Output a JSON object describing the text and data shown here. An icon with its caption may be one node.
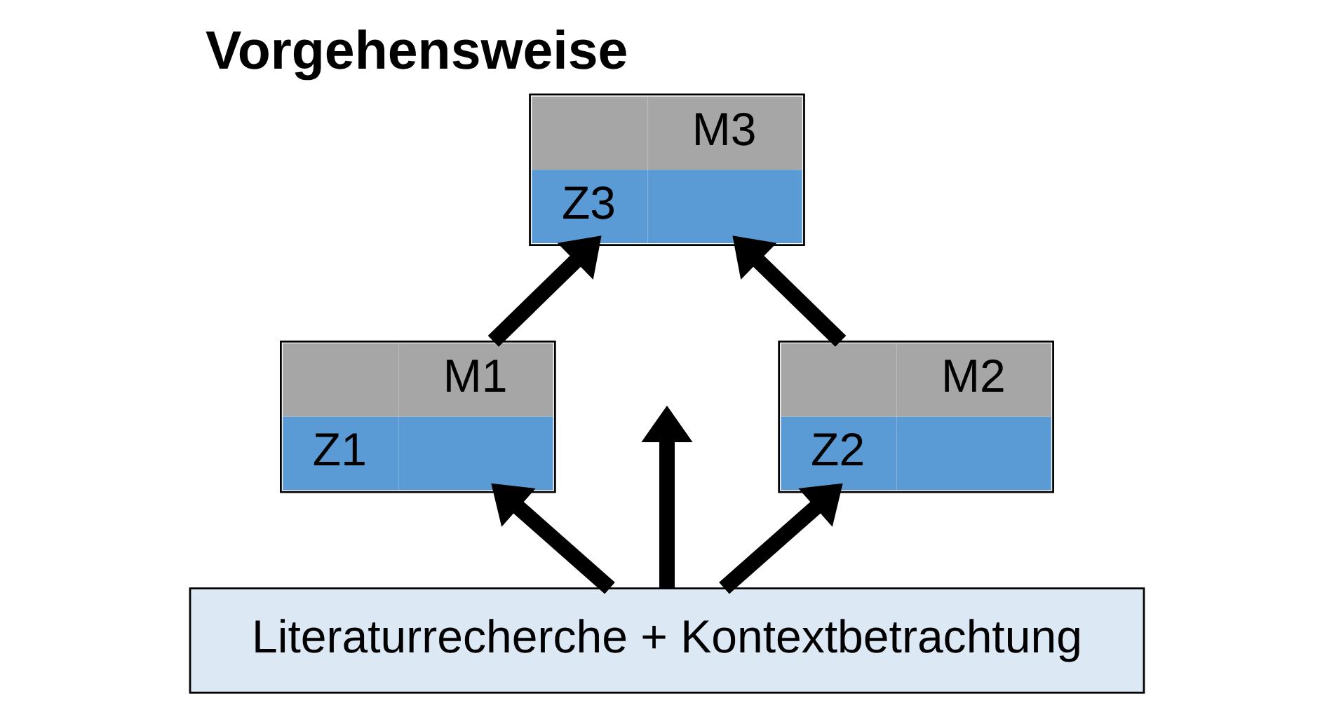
{
  "diagram": {
    "title": "Vorgehensweise",
    "nodes": [
      {
        "text": [
          "M3",
          "Z3"
        ]
      },
      {
        "text": [
          "M1",
          "Z1"
        ]
      },
      {
        "text": [
          "M2",
          "Z2"
        ]
      },
      {
        "text": [
          "Literaturrecherche + Kontextbetrachtung"
        ]
      }
    ],
    "edges": [
      {
        "from": 3,
        "to": 1,
        "arrow": "to"
      },
      {
        "from": 3,
        "to": null,
        "arrow": "to"
      },
      {
        "from": 3,
        "to": 2,
        "arrow": "to"
      },
      {
        "from": 1,
        "to": 0,
        "arrow": "to"
      },
      {
        "from": 2,
        "to": 0,
        "arrow": "to"
      }
    ]
  }
}
